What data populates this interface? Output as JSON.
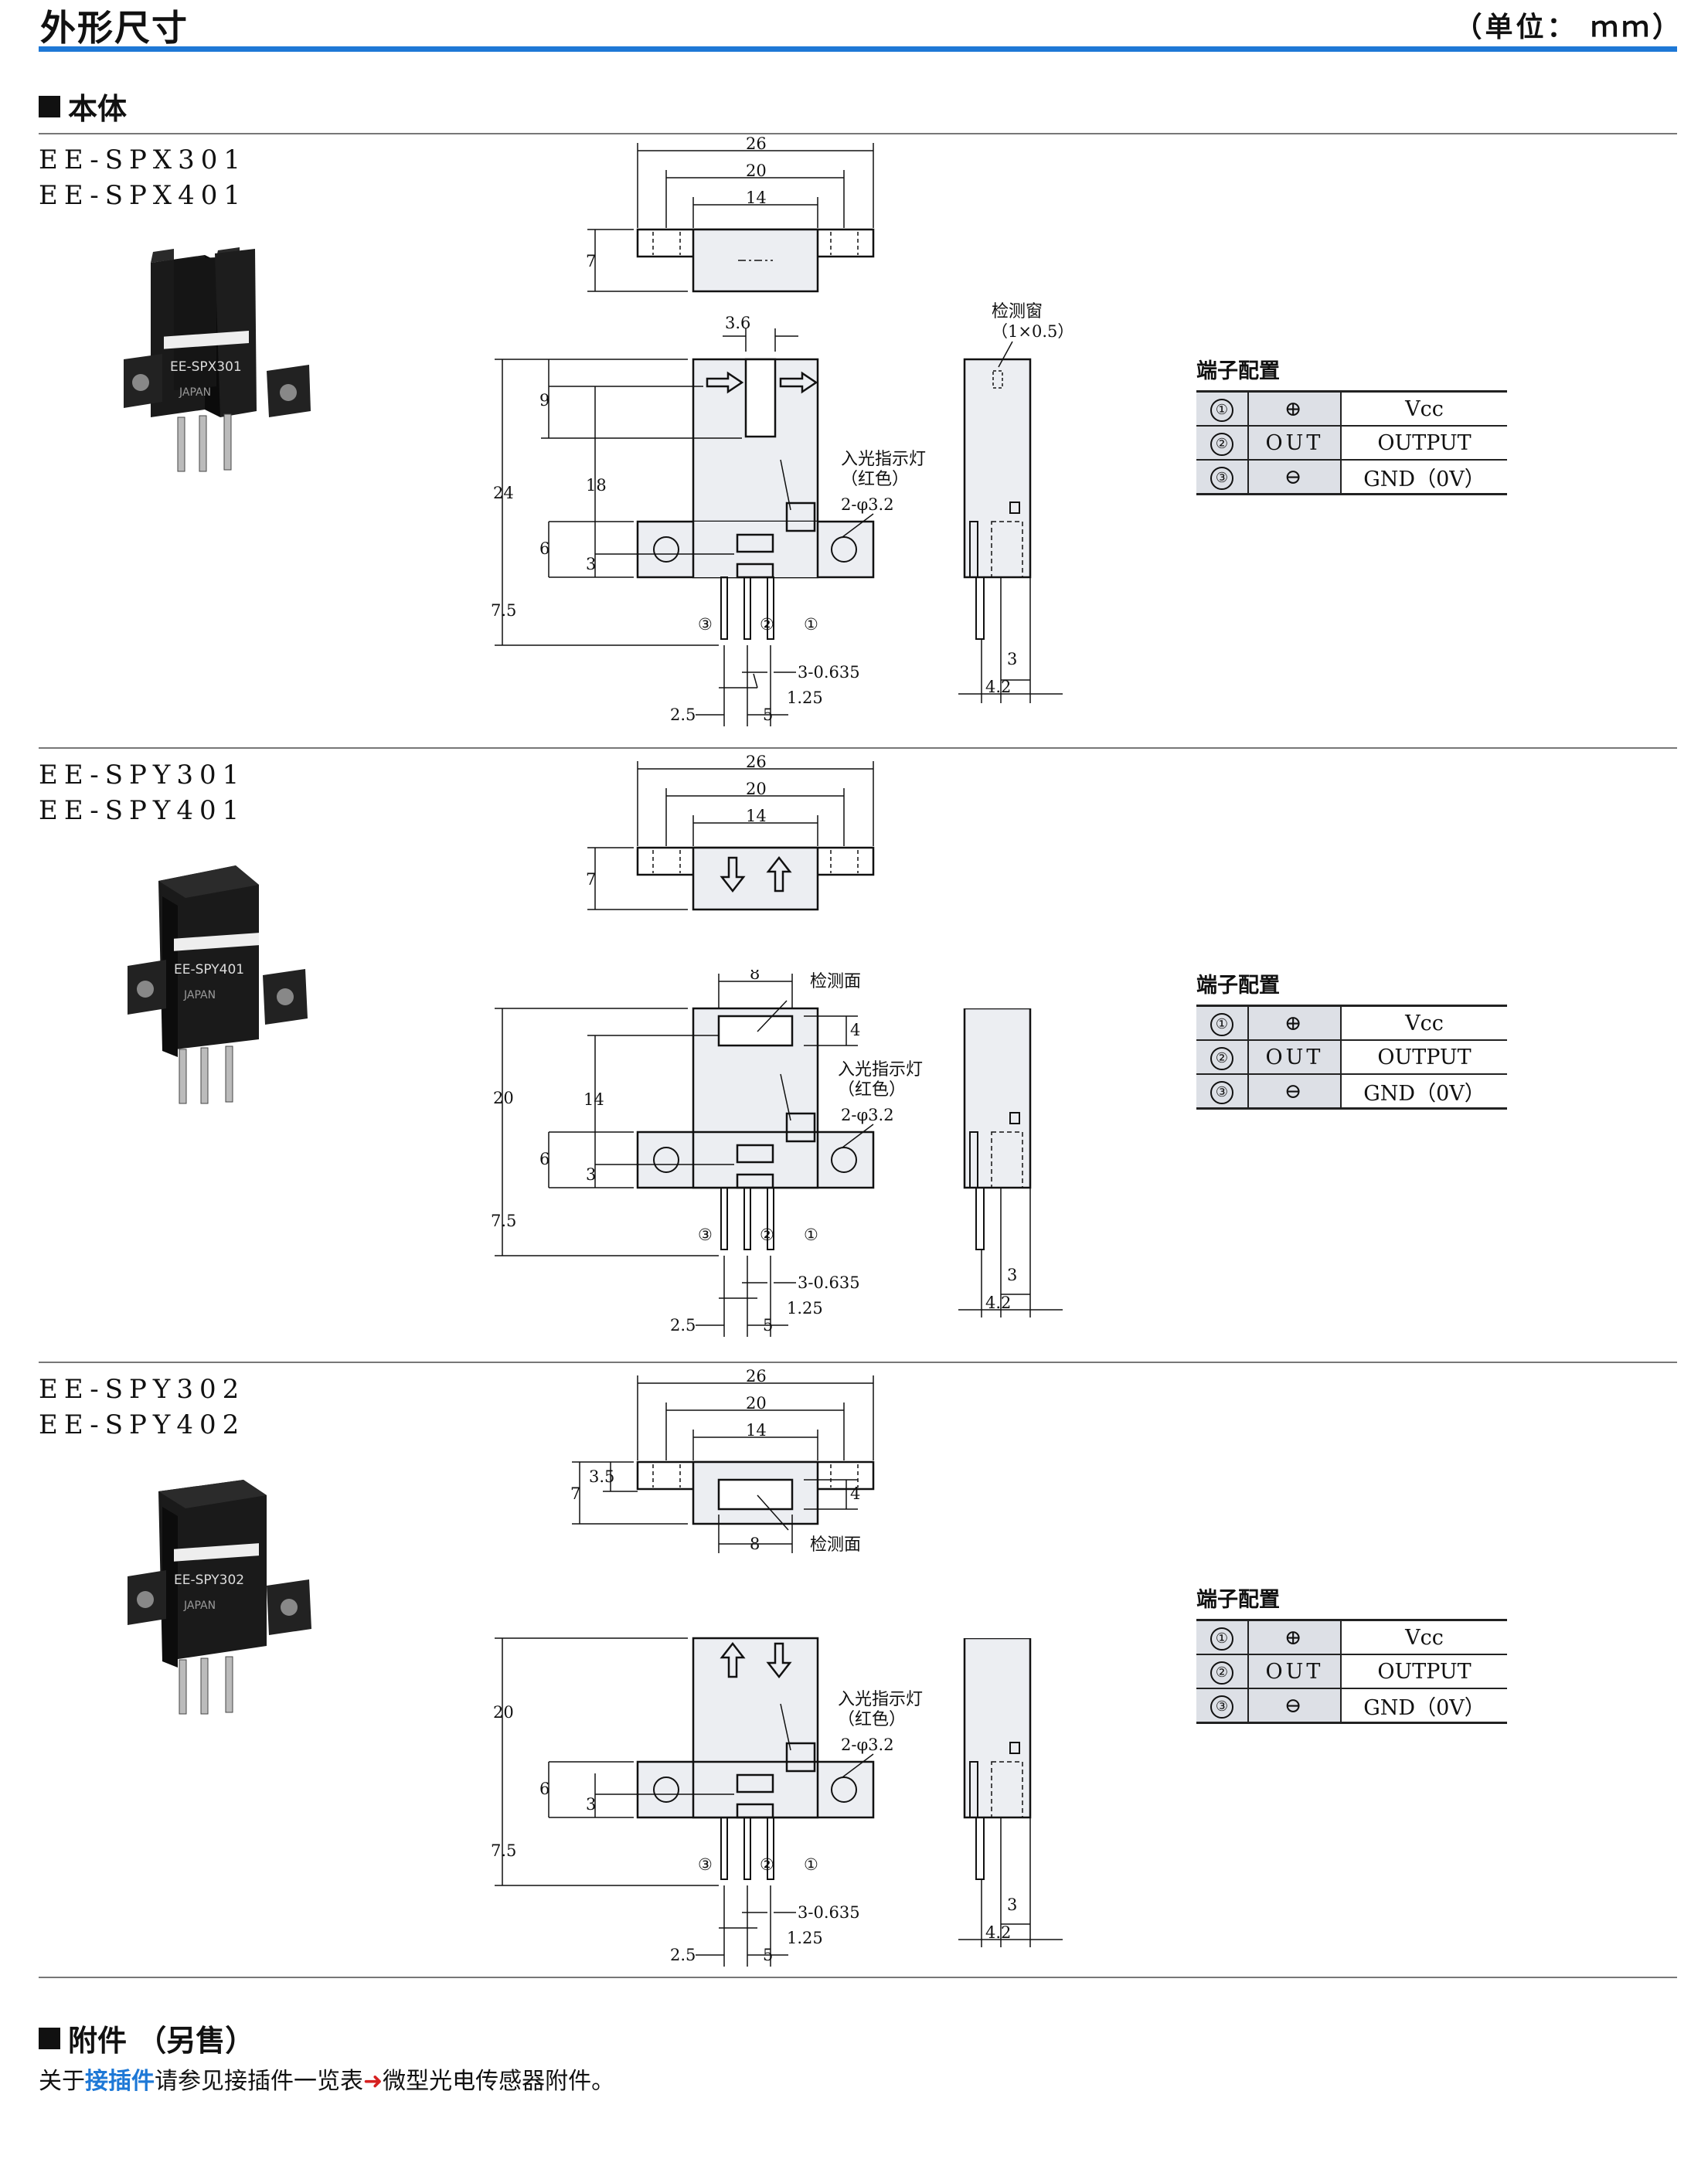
{
  "header": {
    "title": "外形尺寸",
    "unit": "（单位： ｍｍ）"
  },
  "section_body": "本体",
  "section_acc": "附件 （另售）",
  "footer": {
    "pre": "关于",
    "link": "接插件",
    "mid": "请参见接插件一览表",
    "arrow": "➜",
    "post": "微型光电传感器附件。"
  },
  "colors": {
    "accent": "#1e78d6",
    "arrow": "#d62020",
    "table_fill": "#dde0e6"
  },
  "terminals": {
    "title": "端子配置",
    "rows": [
      {
        "pin": "①",
        "sym": "⊕",
        "sig": "Vcc"
      },
      {
        "pin": "②",
        "sym": "OUT",
        "sig": "OUTPUT"
      },
      {
        "pin": "③",
        "sym": "⊖",
        "sig": "GND（0V）"
      }
    ]
  },
  "dims": {
    "w26": "26",
    "w20": "20",
    "w14": "14",
    "h7": "7",
    "slot36": "3.6",
    "h9": "9",
    "h18": "18",
    "h24": "24",
    "h20": "20",
    "h14": "14",
    "h6": "6",
    "h3": "3",
    "h75": "7.5",
    "h35": "3.5",
    "h4": "4",
    "w8": "8",
    "hole": "2-φ3.2",
    "pins": "3-0.635",
    "p125": "1.25",
    "p25": "2.5",
    "p5": "5",
    "s3": "3",
    "s42": "4.2",
    "win": "检测窗",
    "win_size": "（1×0.5）",
    "led": "入光指示灯",
    "led_color": "（红色）",
    "face": "检测面",
    "pin1": "①",
    "pin2": "②",
    "pin3": "③"
  },
  "products": [
    {
      "model1": "EE-SPX301",
      "model2": "EE-SPX401",
      "label": "EE-SPX301"
    },
    {
      "model1": "EE-SPY301",
      "model2": "EE-SPY401",
      "label": "EE-SPY401"
    },
    {
      "model1": "EE-SPY302",
      "model2": "EE-SPY402",
      "label": "EE-SPY302"
    }
  ]
}
